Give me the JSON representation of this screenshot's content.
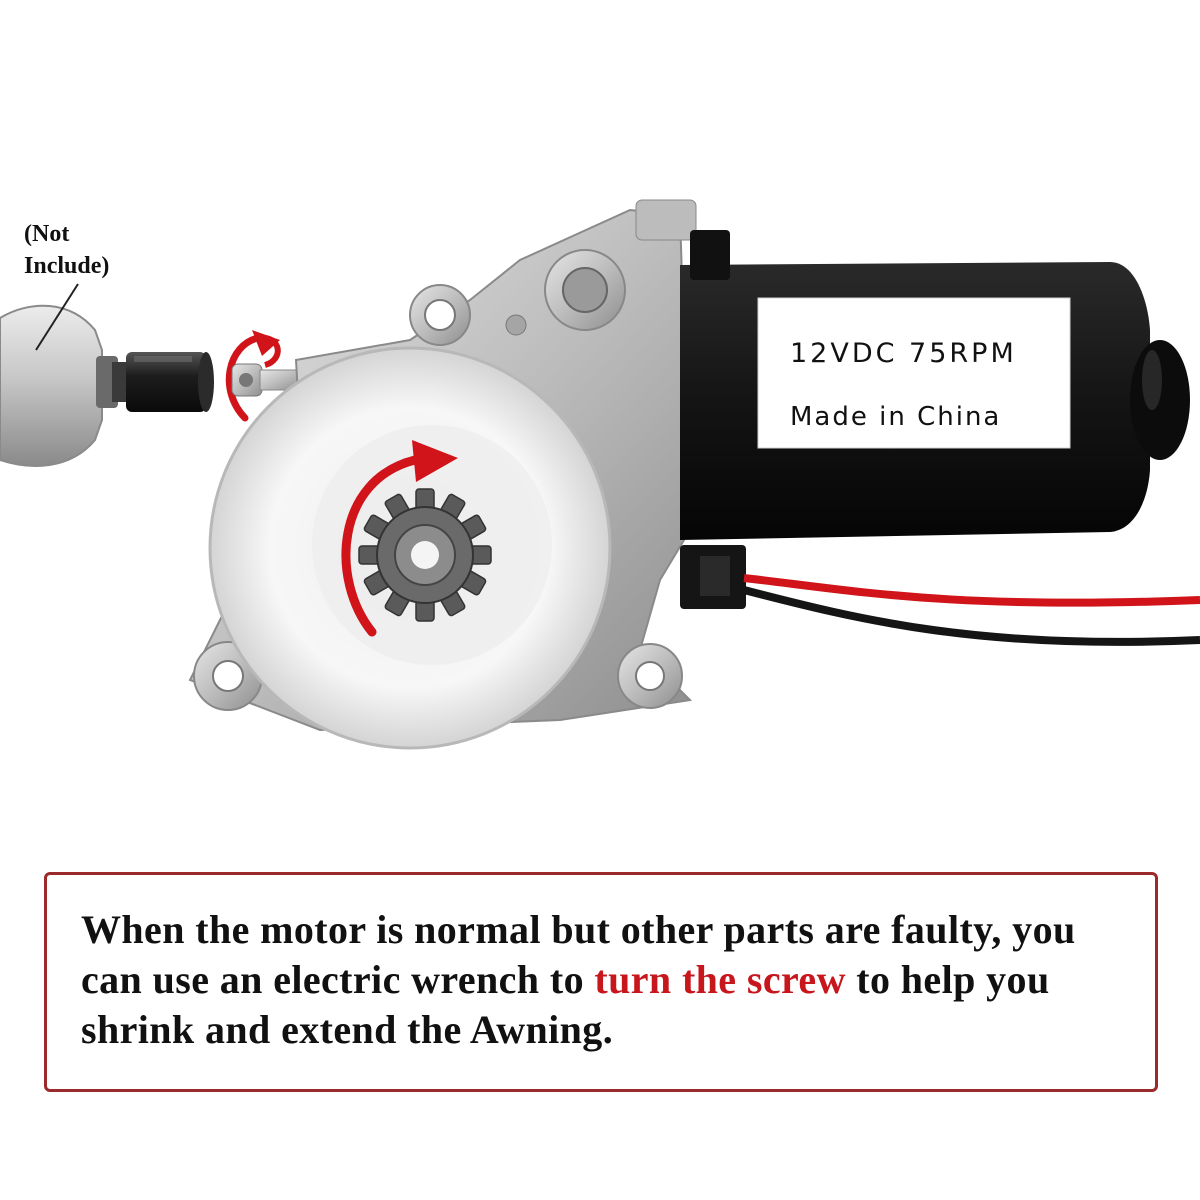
{
  "callout": {
    "line1": "(Not",
    "line2": "Include)"
  },
  "motor_label": {
    "line1": "12VDC 75RPM",
    "line2": "Made in China"
  },
  "info": {
    "text_before": "When the motor is normal but other parts are faulty, you can use an electric wrench to ",
    "highlight": "turn the screw",
    "text_after": " to help you shrink and extend the Awning."
  },
  "colors": {
    "accent_red": "#c8161d",
    "box_border": "#9b2a2a",
    "motor_body": "#161616",
    "housing_silver": "#c9c9c9"
  }
}
